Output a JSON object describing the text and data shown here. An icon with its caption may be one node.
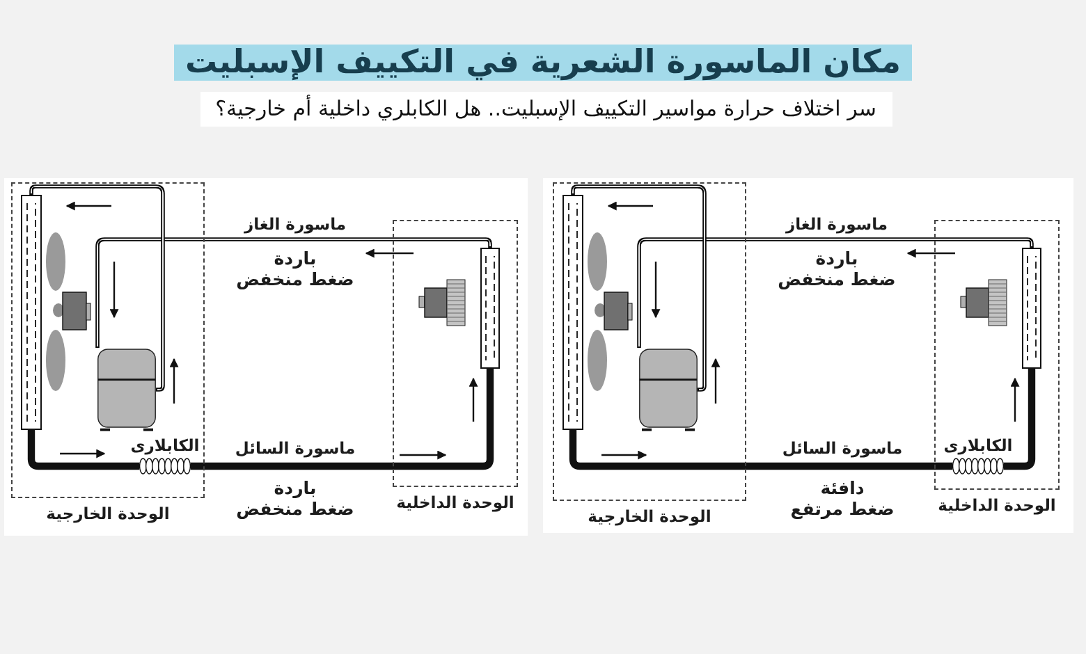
{
  "diagram": {
    "title": "مكان الماسورة الشعرية في التكييف الإسبليت",
    "nodes": [
      {
        "text": [
          "الوحدة الخارجية"
        ]
      },
      {
        "text": [],
        "shape": "box",
        "in": 0
      },
      {
        "text": [],
        "shape": "cylinder",
        "in": 0
      },
      {
        "text": [],
        "shape": "coil",
        "in": 0,
        "beside": [
          "الكابلارى"
        ]
      },
      {
        "text": [
          "الوحدة الداخلية"
        ]
      },
      {
        "text": [],
        "shape": "box",
        "in": 4
      },
      {
        "text": [
          "الوحدة الخارجية"
        ]
      },
      {
        "text": [],
        "shape": "box",
        "in": 6
      },
      {
        "text": [],
        "shape": "cylinder",
        "in": 6
      },
      {
        "text": [
          "الوحدة الداخلية"
        ]
      },
      {
        "text": [],
        "shape": "box",
        "in": 9
      },
      {
        "text": [],
        "shape": "coil",
        "in": 9,
        "beside": [
          "الكابلارى"
        ]
      }
    ],
    "edges": [
      {
        "from": 5,
        "to": 2,
        "arrow": "none",
        "label": "ماسورة الغاز"
      },
      {
        "from": 2,
        "to": 1,
        "arrow": "none"
      },
      {
        "from": 1,
        "to": 3,
        "arrow": "none",
        "style": "thick"
      },
      {
        "from": 3,
        "to": 5,
        "arrow": "none",
        "style": "thick",
        "label": "ماسورة السائل"
      },
      {
        "from": 10,
        "to": 8,
        "arrow": "none",
        "label": "ماسورة الغاز"
      },
      {
        "from": 8,
        "to": 7,
        "arrow": "none"
      },
      {
        "from": 7,
        "to": 11,
        "arrow": "none",
        "style": "thick",
        "label": "ماسورة السائل"
      },
      {
        "from": 11,
        "to": 10,
        "arrow": "none",
        "style": "thick"
      }
    ],
    "labels": [
      "سر اختلاف حرارة مواسير التكييف الإسبليت.. هل الكابلري داخلية أم خارجية؟",
      "باردة ضغط منخفض",
      "باردة ضغط منخفض",
      "باردة ضغط منخفض",
      "دافئة ضغط مرتفع"
    ]
  }
}
